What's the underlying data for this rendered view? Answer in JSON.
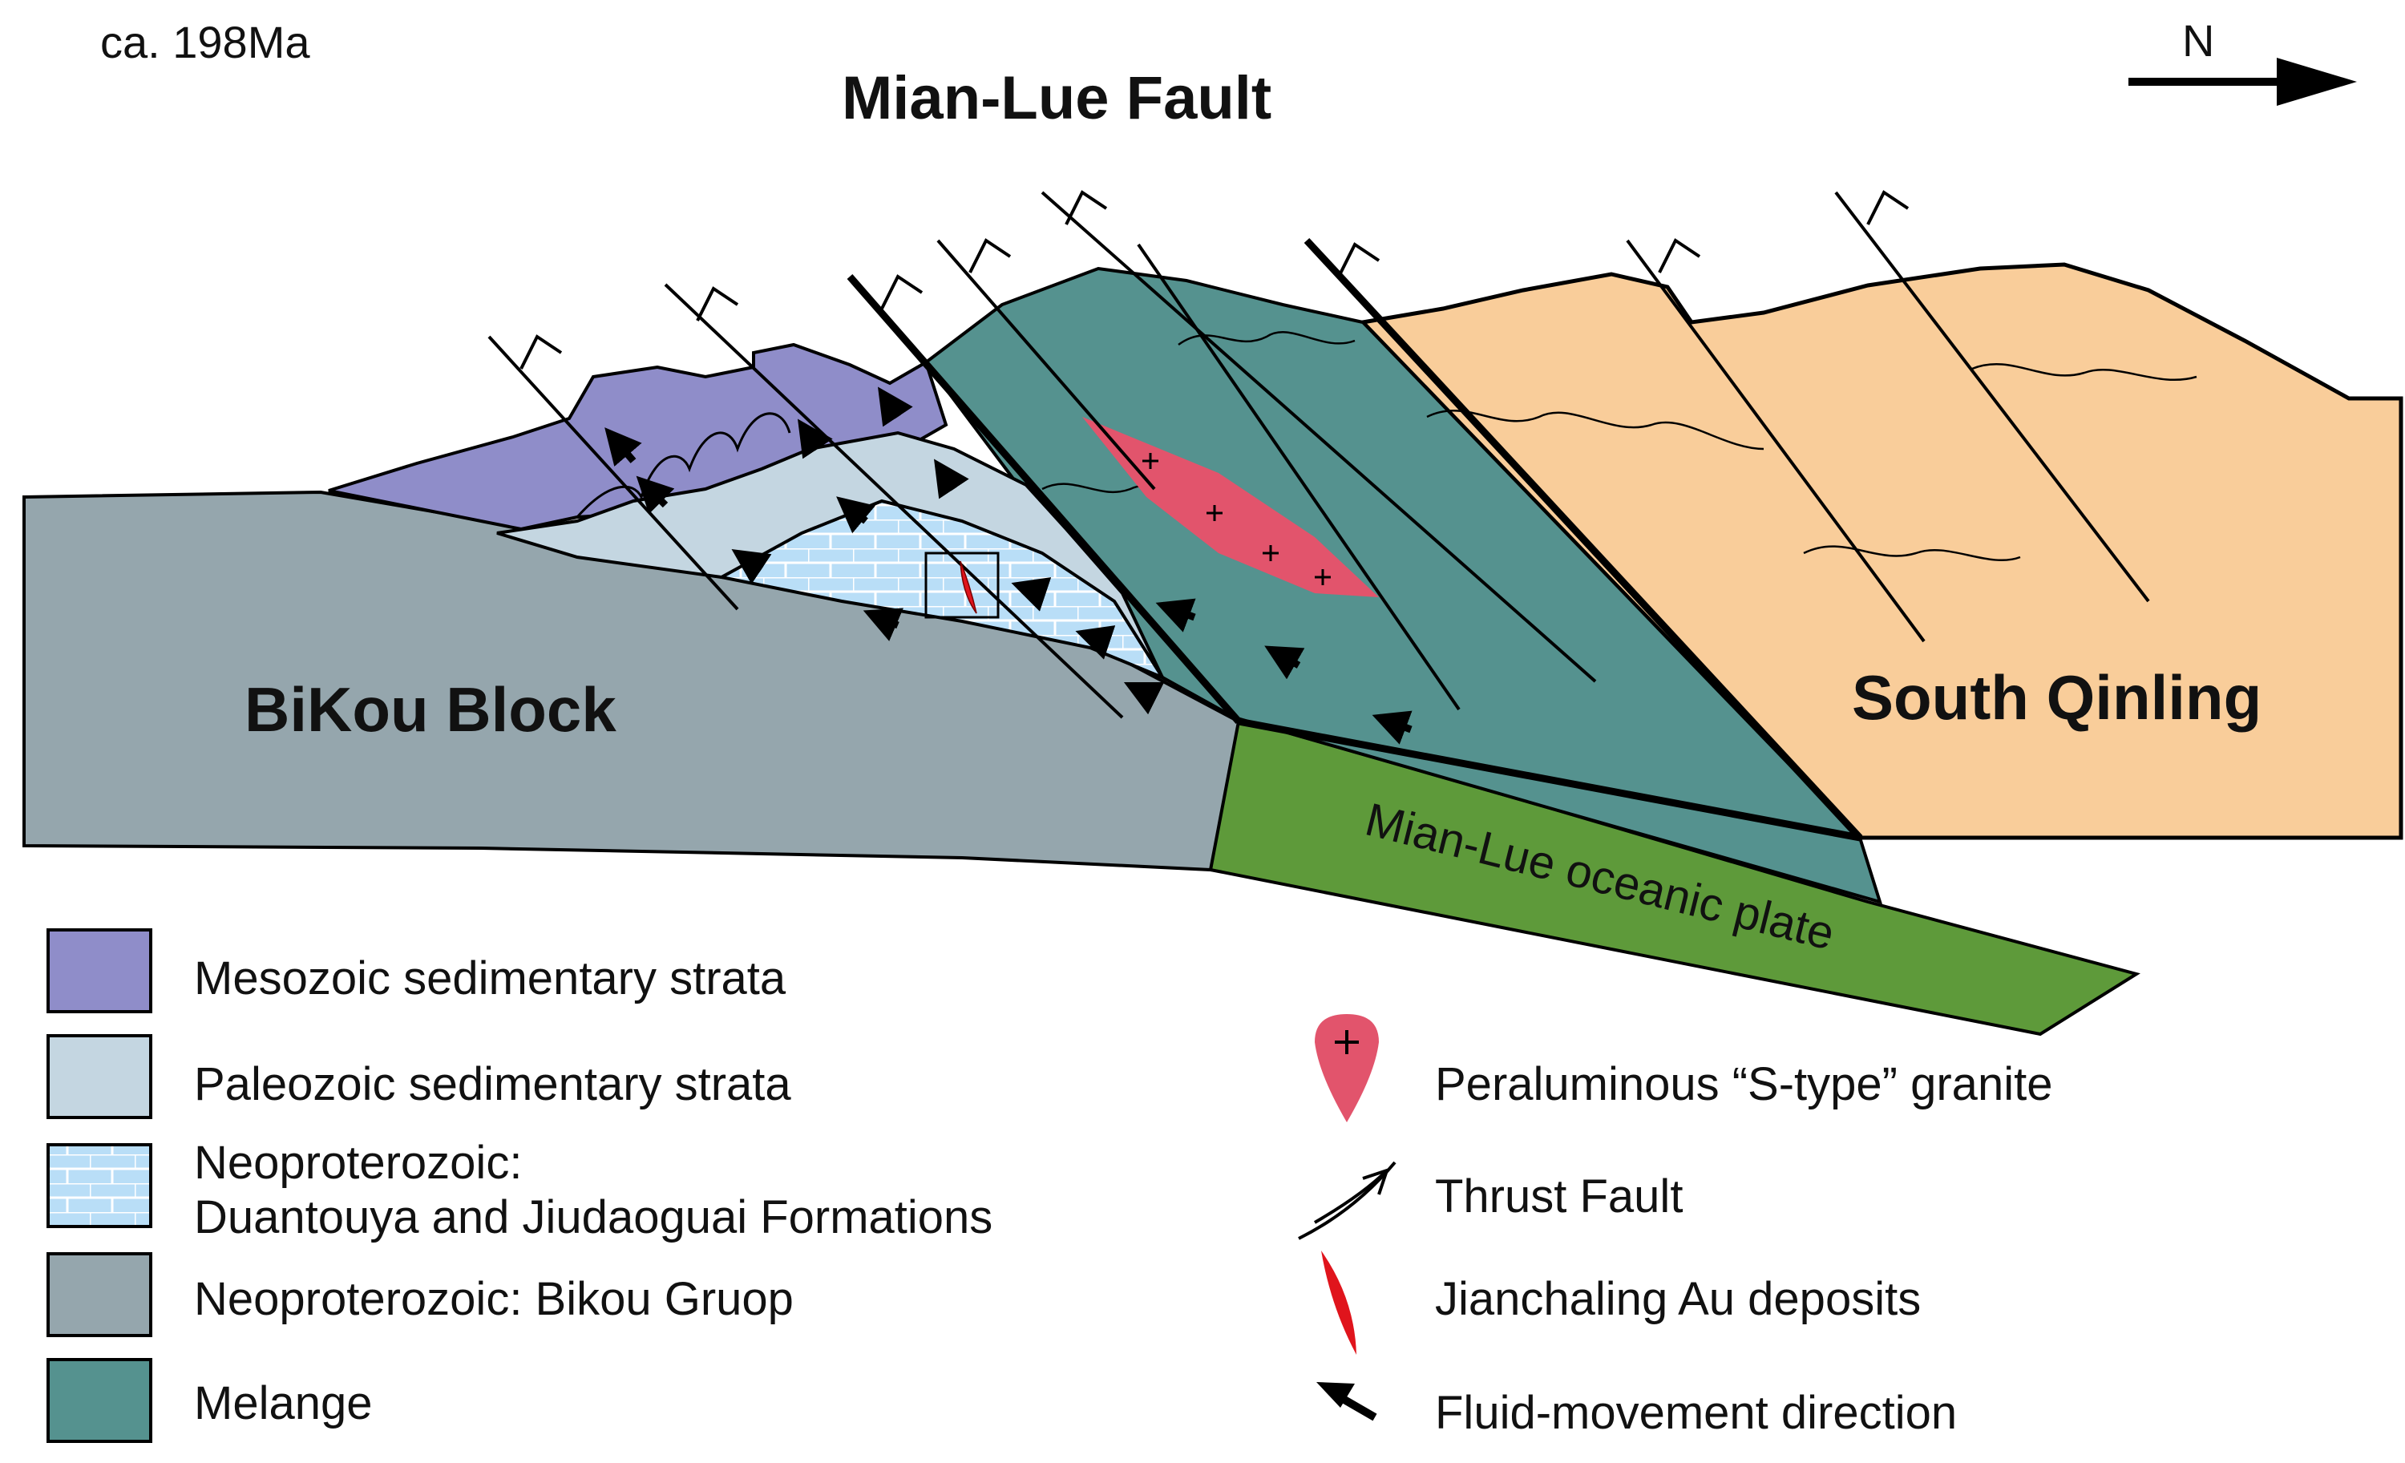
{
  "header": {
    "age": "ca. 198Ma",
    "fault_title": "Mian-Lue Fault",
    "north_label": "N"
  },
  "units": {
    "bikou_block": "BiKou Block",
    "south_qinling": "South Qinling",
    "oceanic_plate": "Mian-Lue oceanic plate"
  },
  "colors": {
    "mesozoic": "#8f8dc9",
    "paleozoic": "#c4d6e1",
    "neoproterozoic_duantouya": "#b9def7",
    "bikou_group": "#95a6ad",
    "melange": "#55928f",
    "south_qinling": "#f9cd9a",
    "oceanic_plate": "#5e9a3a",
    "granite": "#e2546c",
    "au_deposit": "#e0141c"
  },
  "legend_left": [
    {
      "swatch": "mesozoic",
      "label": "Mesozoic  sedimentary strata"
    },
    {
      "swatch": "paleozoic",
      "label": "Paleozoic  sedimentary strata"
    },
    {
      "swatch": "neoproterozoic_duantouya",
      "label_line1": "Neoproterozoic:",
      "label_line2": "Duantouya and Jiudaoguai Formations"
    },
    {
      "swatch": "bikou_group",
      "label": "Neoproterozoic: Bikou Gruop"
    },
    {
      "swatch": "melange",
      "label": "Melange"
    }
  ],
  "legend_right": [
    {
      "icon": "granite-icon",
      "label": "Peraluminous “S-type” granite"
    },
    {
      "icon": "thrust-fault-icon",
      "label": "Thrust Fault"
    },
    {
      "icon": "au-deposit-icon",
      "label": "Jianchaling Au deposits"
    },
    {
      "icon": "fluid-arrow-icon",
      "label": "Fluid-movement direction"
    }
  ]
}
